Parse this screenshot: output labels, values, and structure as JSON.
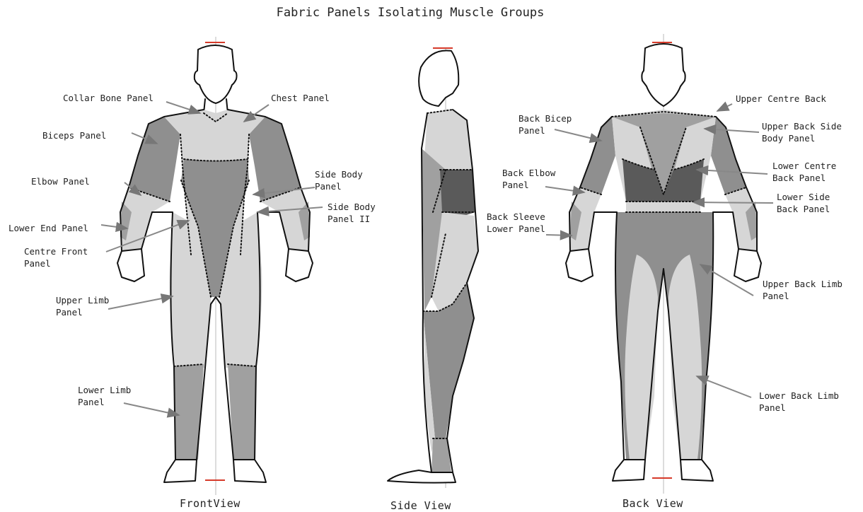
{
  "title": "Fabric Panels Isolating Muscle Groups",
  "views": {
    "front": "FrontView",
    "side": "Side View",
    "back": "Back View"
  },
  "front_labels": {
    "collar_bone": "Collar Bone Panel",
    "chest": "Chest Panel",
    "biceps": "Biceps Panel",
    "elbow": "Elbow Panel",
    "side_body": "Side Body\nPanel",
    "side_body_2": "Side Body\nPanel II",
    "lower_end": "Lower End Panel",
    "centre_front": "Centre Front\nPanel",
    "upper_limb": "Upper Limb\nPanel",
    "lower_limb": "Lower Limb\nPanel"
  },
  "back_labels": {
    "upper_centre_back": "Upper Centre Back",
    "back_bicep": "Back Bicep\nPanel",
    "upper_back_side": "Upper Back Side\nBody Panel",
    "lower_centre_back": "Lower Centre\nBack Panel",
    "back_elbow": "Back Elbow\nPanel",
    "lower_side_back": "Lower Side\nBack Panel",
    "back_sleeve_lower": "Back Sleeve\nLower Panel",
    "upper_back_limb": "Upper Back Limb\nPanel",
    "lower_back_limb": "Lower Back Limb\nPanel"
  },
  "colors": {
    "dark_panel": "#8f8f8f",
    "mid_panel": "#a0a0a0",
    "light_panel": "#d6d6d6",
    "deep_panel": "#5a5a5a",
    "marker": "#d63a2a"
  }
}
